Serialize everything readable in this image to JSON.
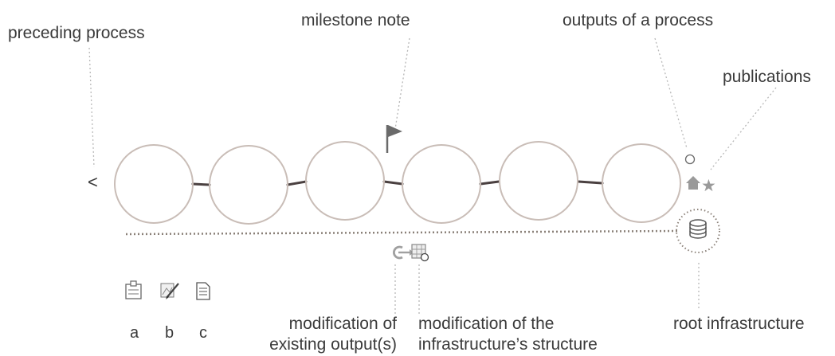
{
  "labels": {
    "preceding_process": "preceding process",
    "milestone_note": "milestone note",
    "outputs_of_process": "outputs of a process",
    "publications": "publications",
    "modification_existing_1": "modification of",
    "modification_existing_2": "existing output(s)",
    "modification_structure_1": "modification of the",
    "modification_structure_2": "infrastructure’s structure",
    "root_infrastructure": "root infrastructure"
  },
  "legend": {
    "items": [
      {
        "letter": "a",
        "icon": "clipboard-icon"
      },
      {
        "letter": "b",
        "icon": "drawing-pencil-icon"
      },
      {
        "letter": "c",
        "icon": "document-icon"
      }
    ]
  },
  "glyphs": {
    "preceding_arrow": "<",
    "star": "★"
  },
  "colors": {
    "circle_stroke": "#c9bdb7",
    "connector": "#4a4040",
    "leader_line": "#b8b8b8",
    "text": "#3a3a3a",
    "icon_gray": "#9a9a9a"
  },
  "process_count": 6
}
